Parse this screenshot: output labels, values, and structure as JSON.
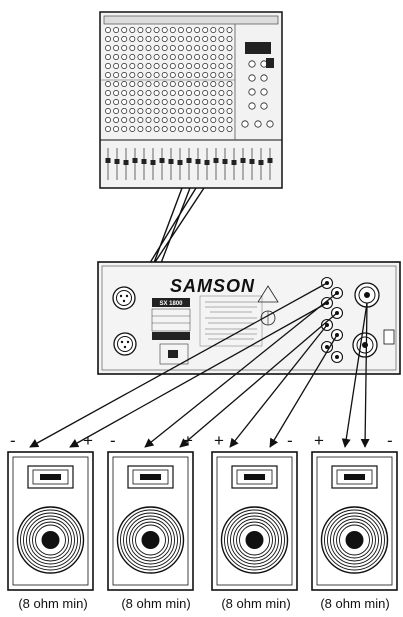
{
  "amplifier": {
    "brand": "SAMSON",
    "model": "SX 1800"
  },
  "speakers": [
    {
      "polarity_left": "-",
      "polarity_right": "+",
      "impedance_label": "(8 ohm min)"
    },
    {
      "polarity_left": "-",
      "polarity_right": "+",
      "impedance_label": "(8 ohm min)"
    },
    {
      "polarity_left": "+",
      "polarity_right": "-",
      "impedance_label": "(8 ohm min)"
    },
    {
      "polarity_left": "+",
      "polarity_right": "-",
      "impedance_label": "(8 ohm min)"
    }
  ],
  "colors": {
    "line": "#111111",
    "panel": "#f4f4f4"
  }
}
